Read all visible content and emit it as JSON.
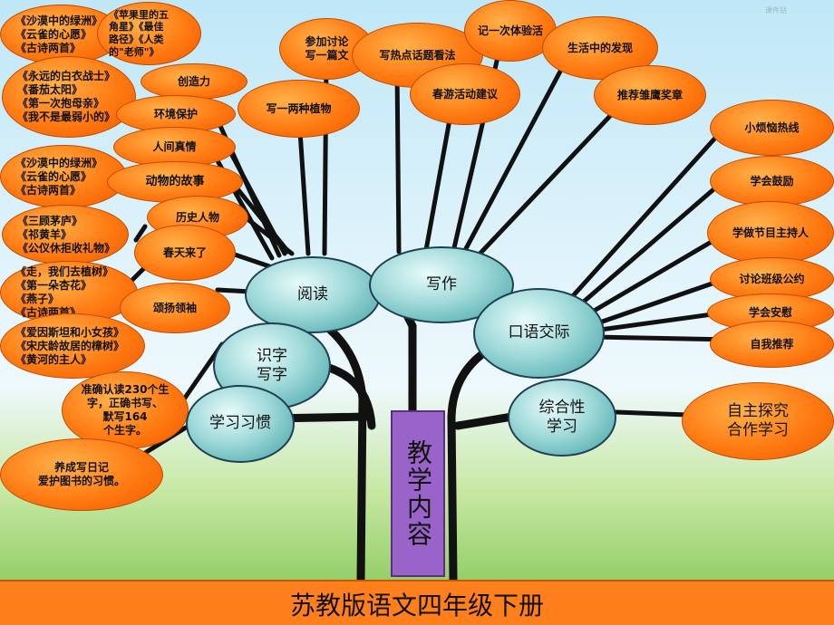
{
  "banner": "苏教版语文四年级下册",
  "center": "教学内容",
  "watermark": "课件站",
  "branches": {
    "reading": "阅读",
    "writing": "写作",
    "oral": "口语交际",
    "literacy": "识字\n写字",
    "habit": "学习习惯",
    "comprehensive": "综合性\n学习"
  },
  "reading_topics": {
    "creativity": "创造力",
    "environment": "环境保护",
    "human_feelings": "人间真情",
    "animal_stories": "动物的故事",
    "historical_figures": "历史人物",
    "spring": "春天来了",
    "praise": "颂扬领袖"
  },
  "reading_texts": {
    "l1": "《沙漠中的绿洲》\n《云雀的心愿》\n《古诗两首》",
    "l2": "《苹果里的五\n角星》《最佳\n路径》《人类\n的\"老师\"》",
    "l3": "《永远的白衣战士》\n《番茄太阳》\n《第一次抱母亲》\n《我不是最弱小的》",
    "l4": "《沙漠中的绿洲》\n《云雀的心愿》\n《古诗两首》",
    "l5": "《三顾茅庐》\n《祁黄羊》\n《公仪休拒收礼物》",
    "l6": "《走，我们去植树》\n《第一朵杏花》\n《燕子》\n《古诗两首》",
    "l7": "《爱因斯坦和小女孩》\n《宋庆龄故居的樟树》\n《黄河的主人》"
  },
  "writing_topics": {
    "discuss": "参加讨论\n写一篇文",
    "hot_topic": "写热点话题看法",
    "experience": "记一次体验活",
    "life": "生活中的发现",
    "plants": "写一两种植物",
    "spring_trip": "春游活动建议",
    "recommend": "推荐雏鹰奖章"
  },
  "oral_topics": {
    "worries": "小烦恼热线",
    "encourage": "学会鼓励",
    "host": "学做节目主持人",
    "class_rules": "讨论班级公约",
    "comfort": "学会安慰",
    "self_intro": "自我推荐"
  },
  "literacy_note": "准确认读230个生\n字，正确书写、\n默写164\n个生字。",
  "habit_note": "养成写日记\n爱护图书的习惯。",
  "comprehensive_note": "自主探究\n合作学习"
}
